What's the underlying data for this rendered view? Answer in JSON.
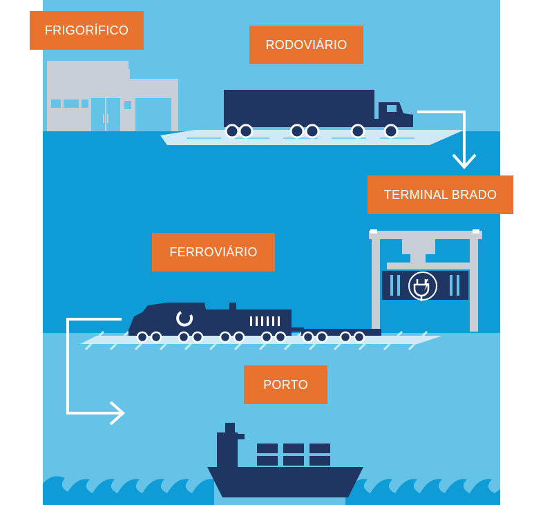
{
  "labels": {
    "frigorifico": "FRIGORÍFICO",
    "rodoviario": "RODOVIÁRIO",
    "terminal": "TERMINAL BRADO",
    "ferroviario": "FERROVIÁRIO",
    "porto": "PORTO"
  },
  "colors": {
    "sky_light": "#66c3e8",
    "band_medium": "#0f9bd6",
    "navy": "#1f3663",
    "orange": "#e8732e",
    "building_gray": "#c8ced6",
    "road_light": "#cfe9f6",
    "white": "#ffffff"
  },
  "icons": [
    "warehouse-icon",
    "truck-icon",
    "gantry-crane-icon",
    "container-plug-icon",
    "train-icon",
    "ship-icon",
    "waves-icon",
    "arrow-icon"
  ]
}
